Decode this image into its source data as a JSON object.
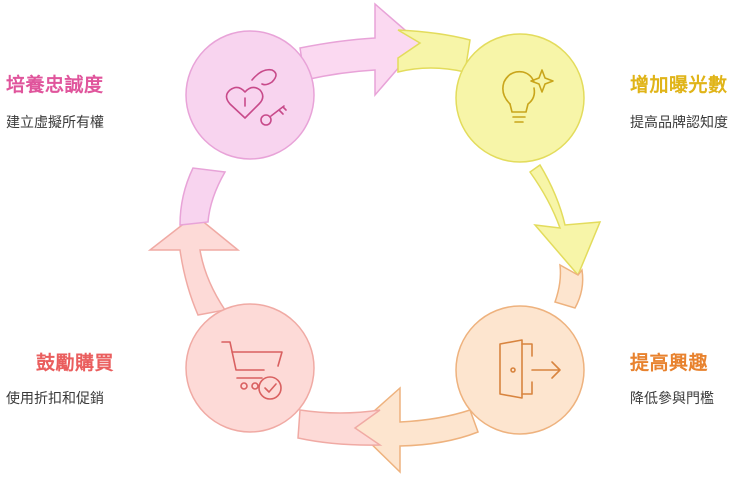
{
  "steps": [
    {
      "id": "loyalty",
      "title": "培養忠誠度",
      "desc": "建立虛擬所有權",
      "icon": "heart-key-icon",
      "color": "#e0559c",
      "fill": "#f8d4ef",
      "stroke": "#e8a3d8"
    },
    {
      "id": "exposure",
      "title": "增加曝光數",
      "desc": "提高品牌認知度",
      "icon": "lightbulb-sparkle-icon",
      "color": "#e0b418",
      "fill": "#f7f5a8",
      "stroke": "#e3dc5c"
    },
    {
      "id": "interest",
      "title": "提高興趣",
      "desc": "降低參與門檻",
      "icon": "door-exit-icon",
      "color": "#e8822e",
      "fill": "#fde5cf",
      "stroke": "#eeb27e"
    },
    {
      "id": "purchase",
      "title": "鼓勵購買",
      "desc": "使用折扣和促銷",
      "icon": "cart-check-icon",
      "color": "#ea5e5e",
      "fill": "#fddad7",
      "stroke": "#f0aaa4"
    }
  ]
}
